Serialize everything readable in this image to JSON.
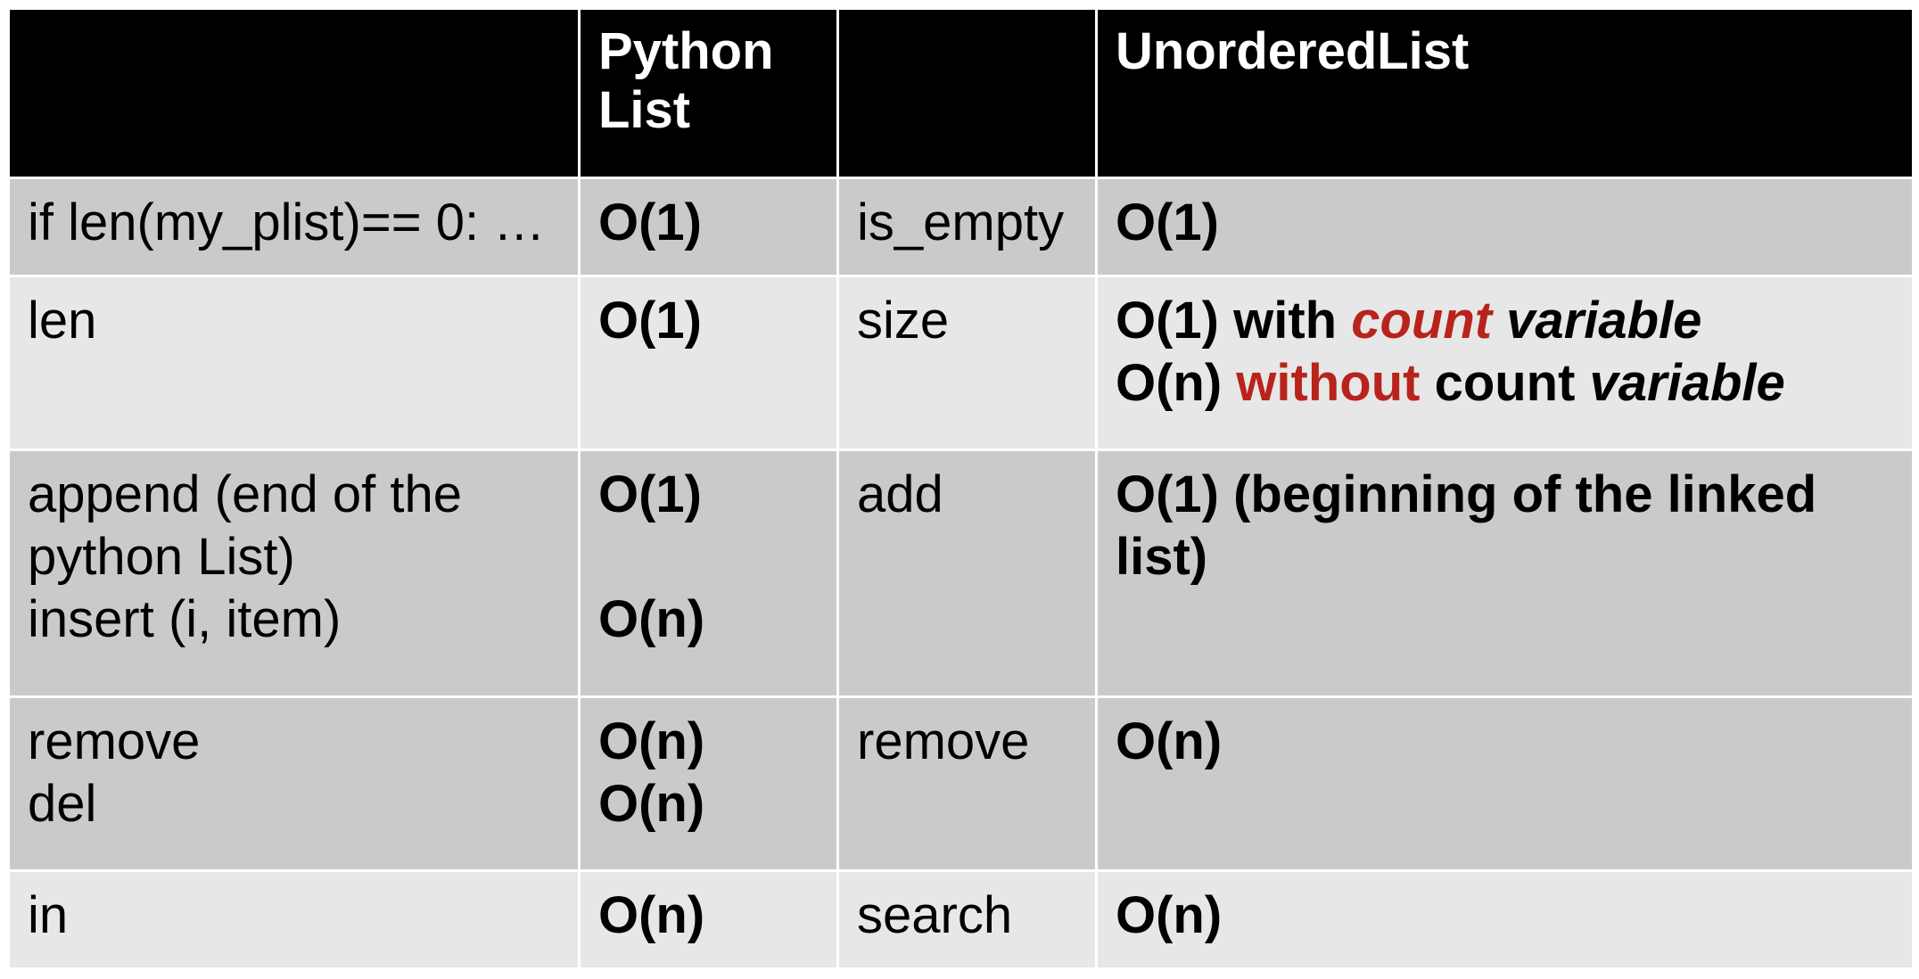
{
  "header": {
    "col1": "",
    "col2": "Python List",
    "col3": "",
    "col4": "UnorderedList"
  },
  "rows": [
    {
      "py_op": "if len(my_plist)== 0: …",
      "py_cost": "O(1)",
      "ul_op": "is_empty",
      "ul_cost": "O(1)"
    },
    {
      "py_op": "len",
      "py_cost": "O(1)",
      "ul_op": "size",
      "ul_cost_line1": {
        "a": "O(1) with ",
        "b": "count",
        "c": " variable"
      },
      "ul_cost_line2": {
        "a": "O(n) ",
        "b": "without",
        "c": " count ",
        "d": "variable"
      }
    },
    {
      "py_op_line1": "append (end of the",
      "py_op_line2": "python List)",
      "py_op_line3": "insert (i, item)",
      "py_cost_line1": "O(1)",
      "py_cost_line2": "O(n)",
      "ul_op": "add",
      "ul_cost": "O(1) (beginning of the linked list)"
    },
    {
      "py_op_line1": "remove",
      "py_op_line2": "del",
      "py_cost_line1": "O(n)",
      "py_cost_line2": "O(n)",
      "ul_op": "remove",
      "ul_cost": "O(n)"
    },
    {
      "py_op": "in",
      "py_cost": "O(n)",
      "ul_op": "search",
      "ul_cost": "O(n)"
    }
  ],
  "colors": {
    "header_bg": "#000000",
    "row_dark": "#cacaca",
    "row_light": "#e7e7e7",
    "accent_red": "#b8231c"
  }
}
